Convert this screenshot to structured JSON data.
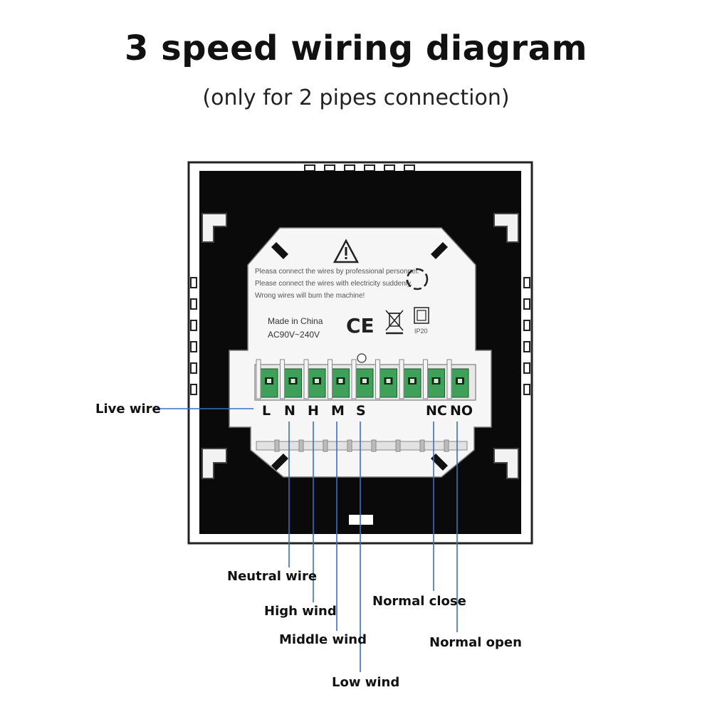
{
  "title": "3 speed wiring diagram",
  "subtitle": "(only for 2 pipes connection)",
  "device": {
    "warning_lines": [
      "Pleasa connect the wires by professional personnel.",
      "Please connect the wires with electricity suddenly.",
      "Wrong wires will bum the machine!"
    ],
    "made_in": "Made in China",
    "voltage": "AC90V~240V",
    "ce_mark": "CE",
    "ip_rating": "IP20"
  },
  "terminals": [
    "L",
    "N",
    "H",
    "M",
    "S",
    "NC",
    "NO"
  ],
  "callouts": {
    "live": "Live wire",
    "neutral": "Neutral wire",
    "high": "High wind",
    "middle": "Middle wind",
    "low": "Low wind",
    "normal_close": "Normal close",
    "normal_open": "Normal open"
  },
  "colors": {
    "line": "#3a6fc4",
    "panel": "#0a0a0a",
    "terminal_green": "#3fa05a"
  }
}
